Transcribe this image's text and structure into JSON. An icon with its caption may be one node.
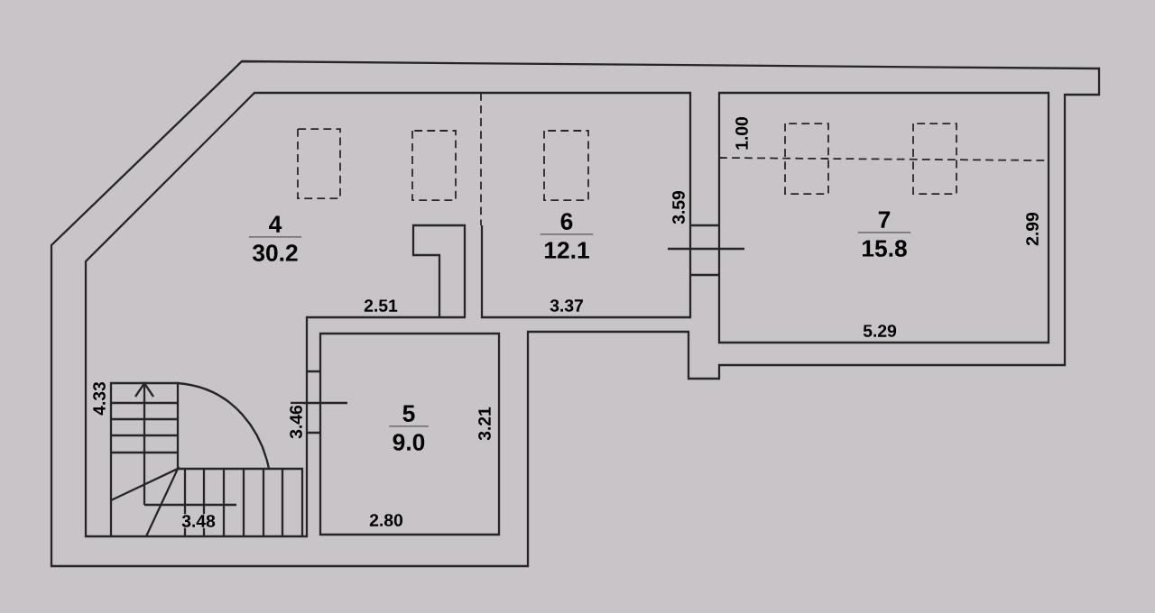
{
  "diagram": {
    "nodes": [
      {
        "text": [
          "4",
          "30.2"
        ]
      },
      {
        "text": [
          "6",
          "12.1"
        ]
      },
      {
        "text": [
          "7",
          "15.8"
        ]
      },
      {
        "text": [
          "5",
          "9.0"
        ]
      }
    ],
    "labels": [
      "1.00",
      "3.59",
      "2.99",
      "2.51",
      "3.37",
      "5.29",
      "4.33",
      "3.46",
      "3.21",
      "3.48",
      "2.80"
    ]
  }
}
